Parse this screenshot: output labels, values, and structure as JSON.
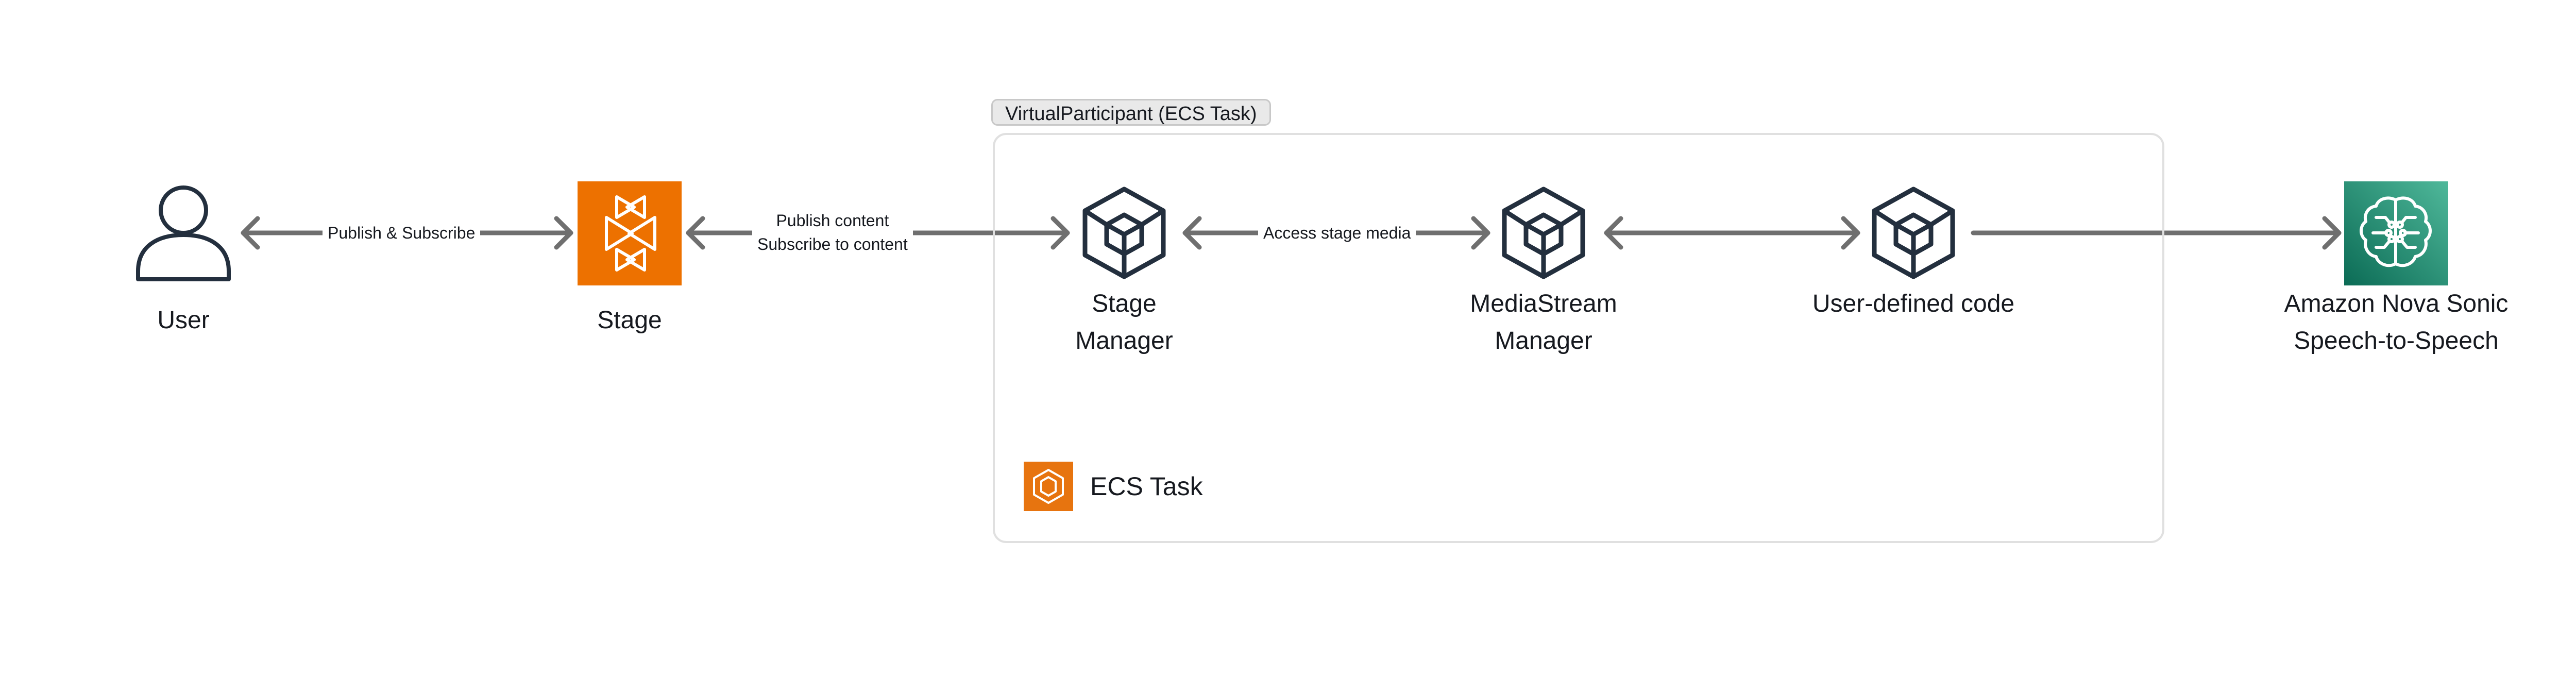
{
  "group": {
    "title": "VirtualParticipant (ECS Task)",
    "footer_label": "ECS Task"
  },
  "nodes": {
    "user": "User",
    "stage": "Stage",
    "stage_manager": "Stage\nManager",
    "mediastream_manager": "MediaStream\nManager",
    "user_code": "User-defined code",
    "nova_sonic": "Amazon Nova Sonic\nSpeech-to-Speech"
  },
  "edges": {
    "user_stage": "Publish & Subscribe",
    "stage_manager": "Publish content\nSubscribe to content",
    "manager_mediastream": "Access stage media"
  },
  "colors": {
    "stage_orange": "#ed7100",
    "ecs_orange": "#e7740f",
    "bedrock_green": "#1f8a70",
    "icon_navy": "#232f3e",
    "arrow_gray": "#6f6f6f"
  }
}
